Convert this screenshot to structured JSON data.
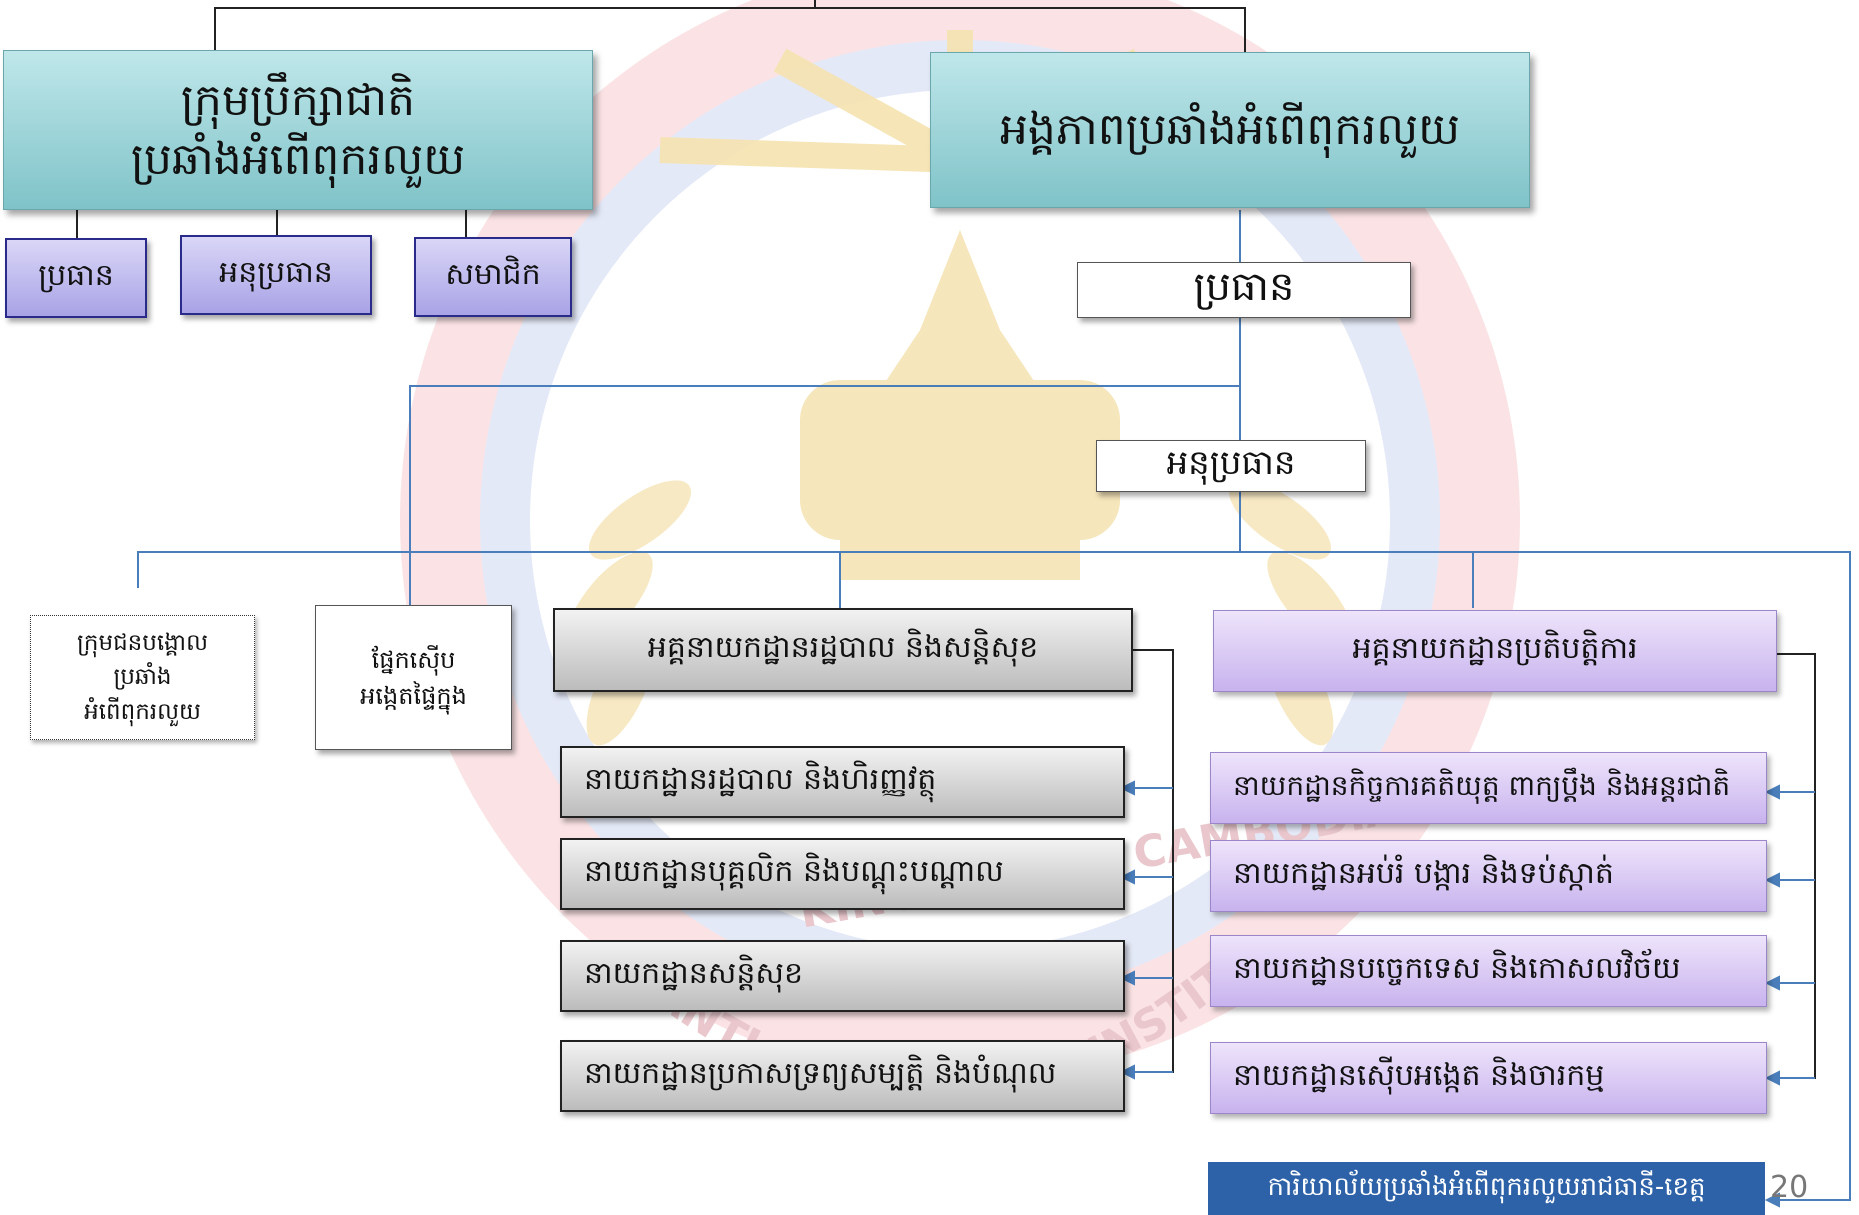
{
  "council": {
    "title_line1": "ក្រុមប្រឹក្សាជាតិ",
    "title_line2": "ប្រឆាំងអំពើពុករលួយ",
    "members": [
      "ប្រធាន",
      "អនុប្រធាន",
      "សមាជិក"
    ]
  },
  "unit": {
    "title": "អង្គភាពប្រឆាំងអំពើពុករលួយ",
    "president": "ប្រធាន",
    "vice_president": "អនុប្រធាន"
  },
  "side_units": {
    "trainers": [
      "ក្រុមជនបង្គោល",
      "ប្រឆាំង",
      "អំពើពុករលួយ"
    ],
    "internal_investigation": [
      "ផ្នែកស៊ើប",
      "អង្កេតផ្ទៃក្នុង"
    ]
  },
  "admin_general_dept": {
    "title": "អគ្គនាយកដ្ឋានរដ្ឋបាល និងសន្តិសុខ",
    "departments": [
      "នាយកដ្ឋានរដ្ឋបាល  និងហិរញ្ញវត្ថុ",
      "នាយកដ្ឋានបុគ្គលិក  និងបណ្តុះបណ្តាល",
      "នាយកដ្ឋានសន្តិសុខ",
      "នាយកដ្ឋានប្រកាសទ្រព្យសម្បត្តិ និងបំណុល"
    ]
  },
  "ops_general_dept": {
    "title": "អគ្គនាយកដ្ឋានប្រតិបត្តិការ",
    "departments": [
      "នាយកដ្ឋានកិច្ចការគតិយុត្ត ពាក្យប្តឹង និងអន្តរជាតិ",
      "នាយកដ្ឋានអប់រំ បង្ការ និងទប់ស្កាត់",
      "នាយកដ្ឋានបច្ចេកទេស និងកោសលវិច័យ",
      "នាយកដ្ឋានស៊ើបអង្កេត និងចារកម្ម"
    ]
  },
  "provincial_office": "ការិយាល័យប្រឆាំងអំពើពុករលួយរាជធានី-ខេត្ត",
  "watermark_texts": [
    "KINGDOM OF CAMBODIA",
    "ANTI-CORRUPTION INSTITUTION"
  ],
  "page_number": "20",
  "colors": {
    "teal": "#8fcfd4",
    "lavender": "#d3c4f2",
    "gray": "#cfcfcf",
    "blue": "#2e62a8",
    "line_blue": "#4a7ebb"
  }
}
